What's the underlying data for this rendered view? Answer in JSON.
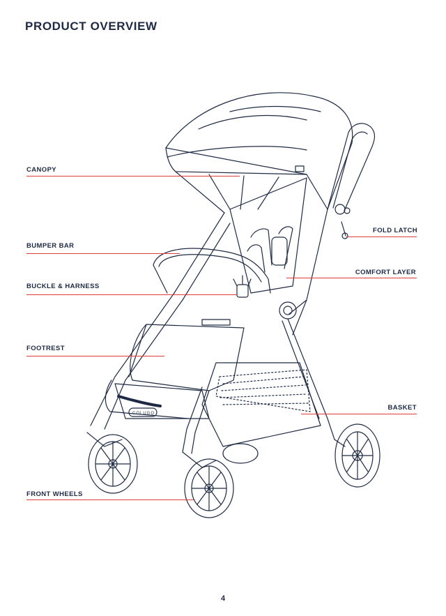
{
  "header": {
    "title": "PRODUCT OVERVIEW"
  },
  "labels": {
    "canopy": "CANOPY",
    "bumper_bar": "BUMPER BAR",
    "buckle_harness": "BUCKLE & HARNESS",
    "footrest": "FOOTREST",
    "front_wheels": "FRONT WHEELS",
    "fold_latch": "FOLD LATCH",
    "comfort_layer": "COMFORT LAYER",
    "basket": "BASKET"
  },
  "illustration": {
    "brand_mark": "COLUGO"
  },
  "footer": {
    "page_number": "4"
  },
  "colors": {
    "text": "#1e2a44",
    "leader_line": "#e03b3b",
    "line_art": "#1e2a44"
  }
}
